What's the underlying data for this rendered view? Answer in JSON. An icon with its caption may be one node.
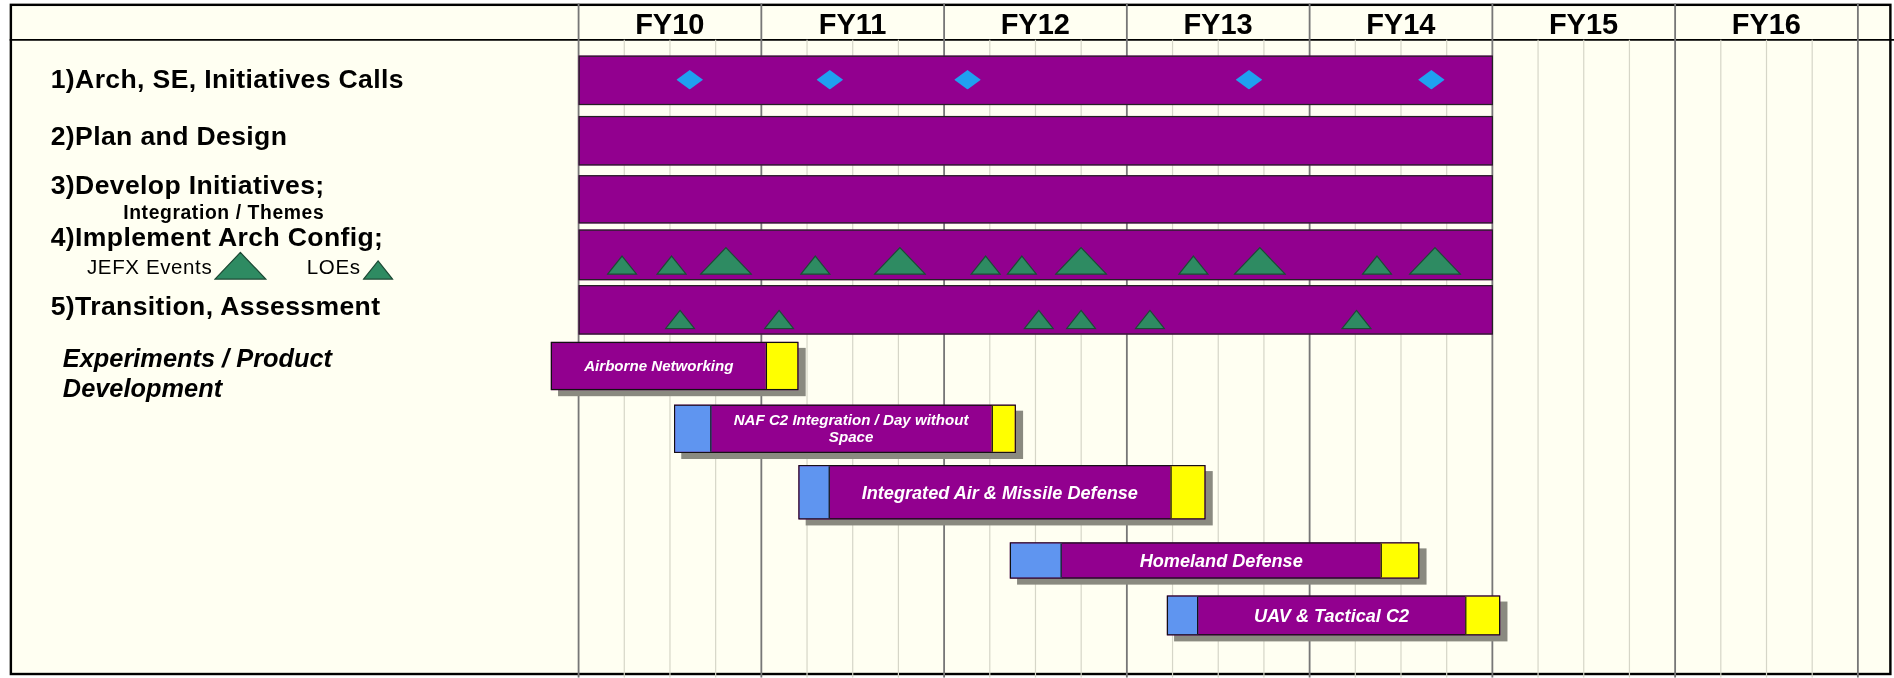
{
  "diagram": {
    "nodes": [
      {
        "text": [],
        "shape": "bar"
      },
      {
        "text": [],
        "shape": "bar"
      },
      {
        "text": [],
        "shape": "bar"
      },
      {
        "text": [],
        "shape": "bar"
      },
      {
        "text": [],
        "shape": "bar"
      },
      {
        "text": [
          "Airborne Networking"
        ]
      },
      {
        "text": [
          "NAF C2 Integration / Day without Space"
        ]
      },
      {
        "text": [
          "Integrated Air & Missile Defense"
        ]
      },
      {
        "text": [
          "Homeland Defense"
        ]
      },
      {
        "text": [
          "UAV & Tactical C2"
        ]
      }
    ],
    "edges": [],
    "labels": [
      "FY10",
      "FY11",
      "FY12",
      "FY13",
      "FY14",
      "FY15",
      "FY16",
      "1)Arch, SE, Initiatives Calls",
      "2)Plan and Design",
      "3)Develop Initiatives;",
      "Integration / Themes",
      "4)Implement Arch Config;",
      "5)Transition, Assessment",
      "Experiments / Product Development"
    ],
    "legend": [
      {
        "text": "JEFX Events"
      },
      {
        "text": "LOEs"
      }
    ]
  }
}
